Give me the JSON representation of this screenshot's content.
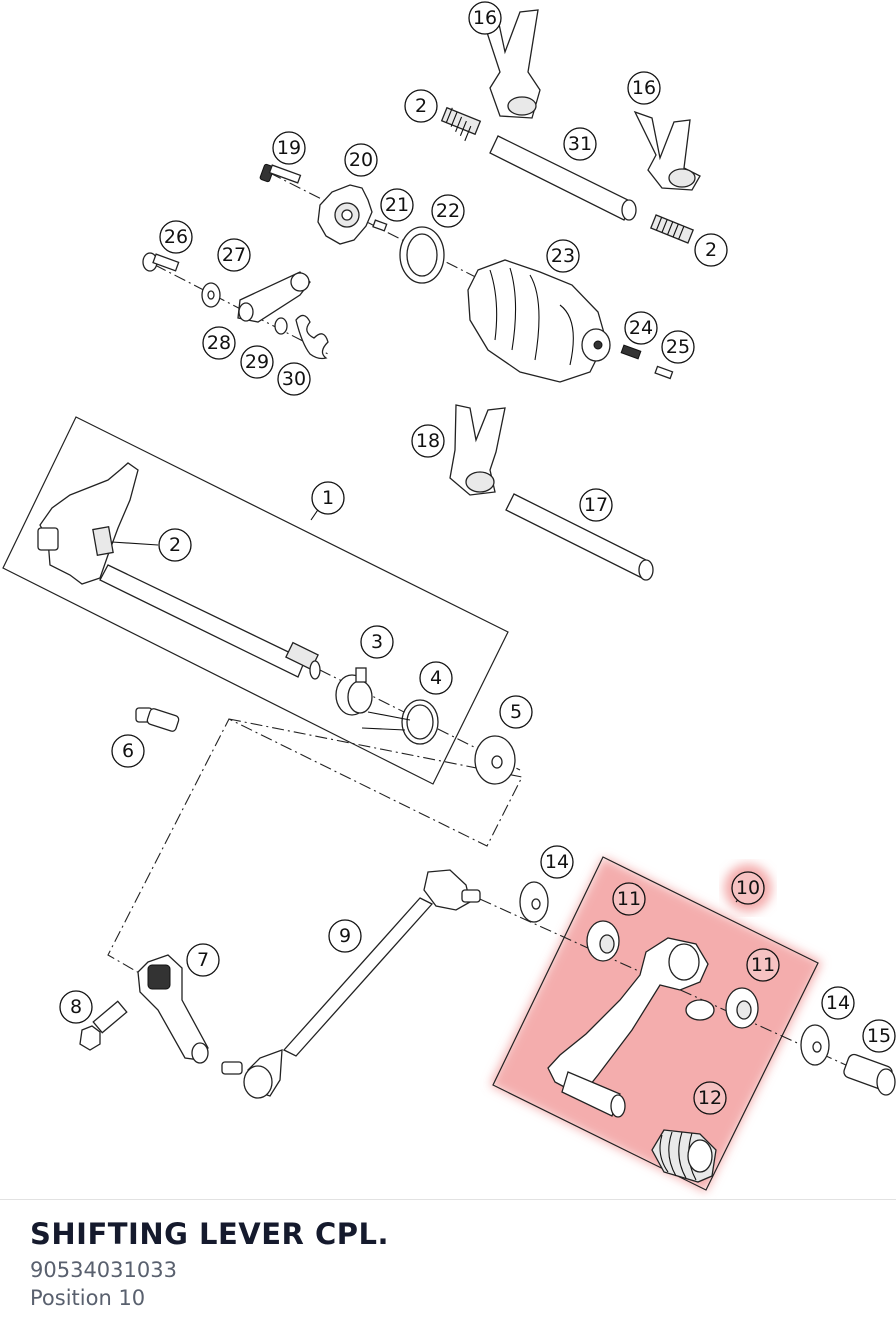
{
  "part": {
    "title": "SHIFTING LEVER CPL.",
    "number": "90534031033",
    "position_label": "Position 10"
  },
  "callouts": {
    "c1": "1",
    "c2a": "2",
    "c2b": "2",
    "c2c": "2",
    "c3": "3",
    "c4": "4",
    "c5": "5",
    "c6": "6",
    "c7": "7",
    "c8": "8",
    "c9": "9",
    "c10": "10",
    "c11a": "11",
    "c11b": "11",
    "c12": "12",
    "c14a": "14",
    "c14b": "14",
    "c15": "15",
    "c16a": "16",
    "c16b": "16",
    "c17": "17",
    "c18": "18",
    "c19": "19",
    "c20": "20",
    "c21": "21",
    "c22": "22",
    "c23": "23",
    "c24": "24",
    "c25": "25",
    "c26": "26",
    "c27": "27",
    "c28": "28",
    "c29": "29",
    "c30": "30",
    "c31": "31"
  },
  "highlight": {
    "position": "10",
    "color": "#f08a8a"
  }
}
